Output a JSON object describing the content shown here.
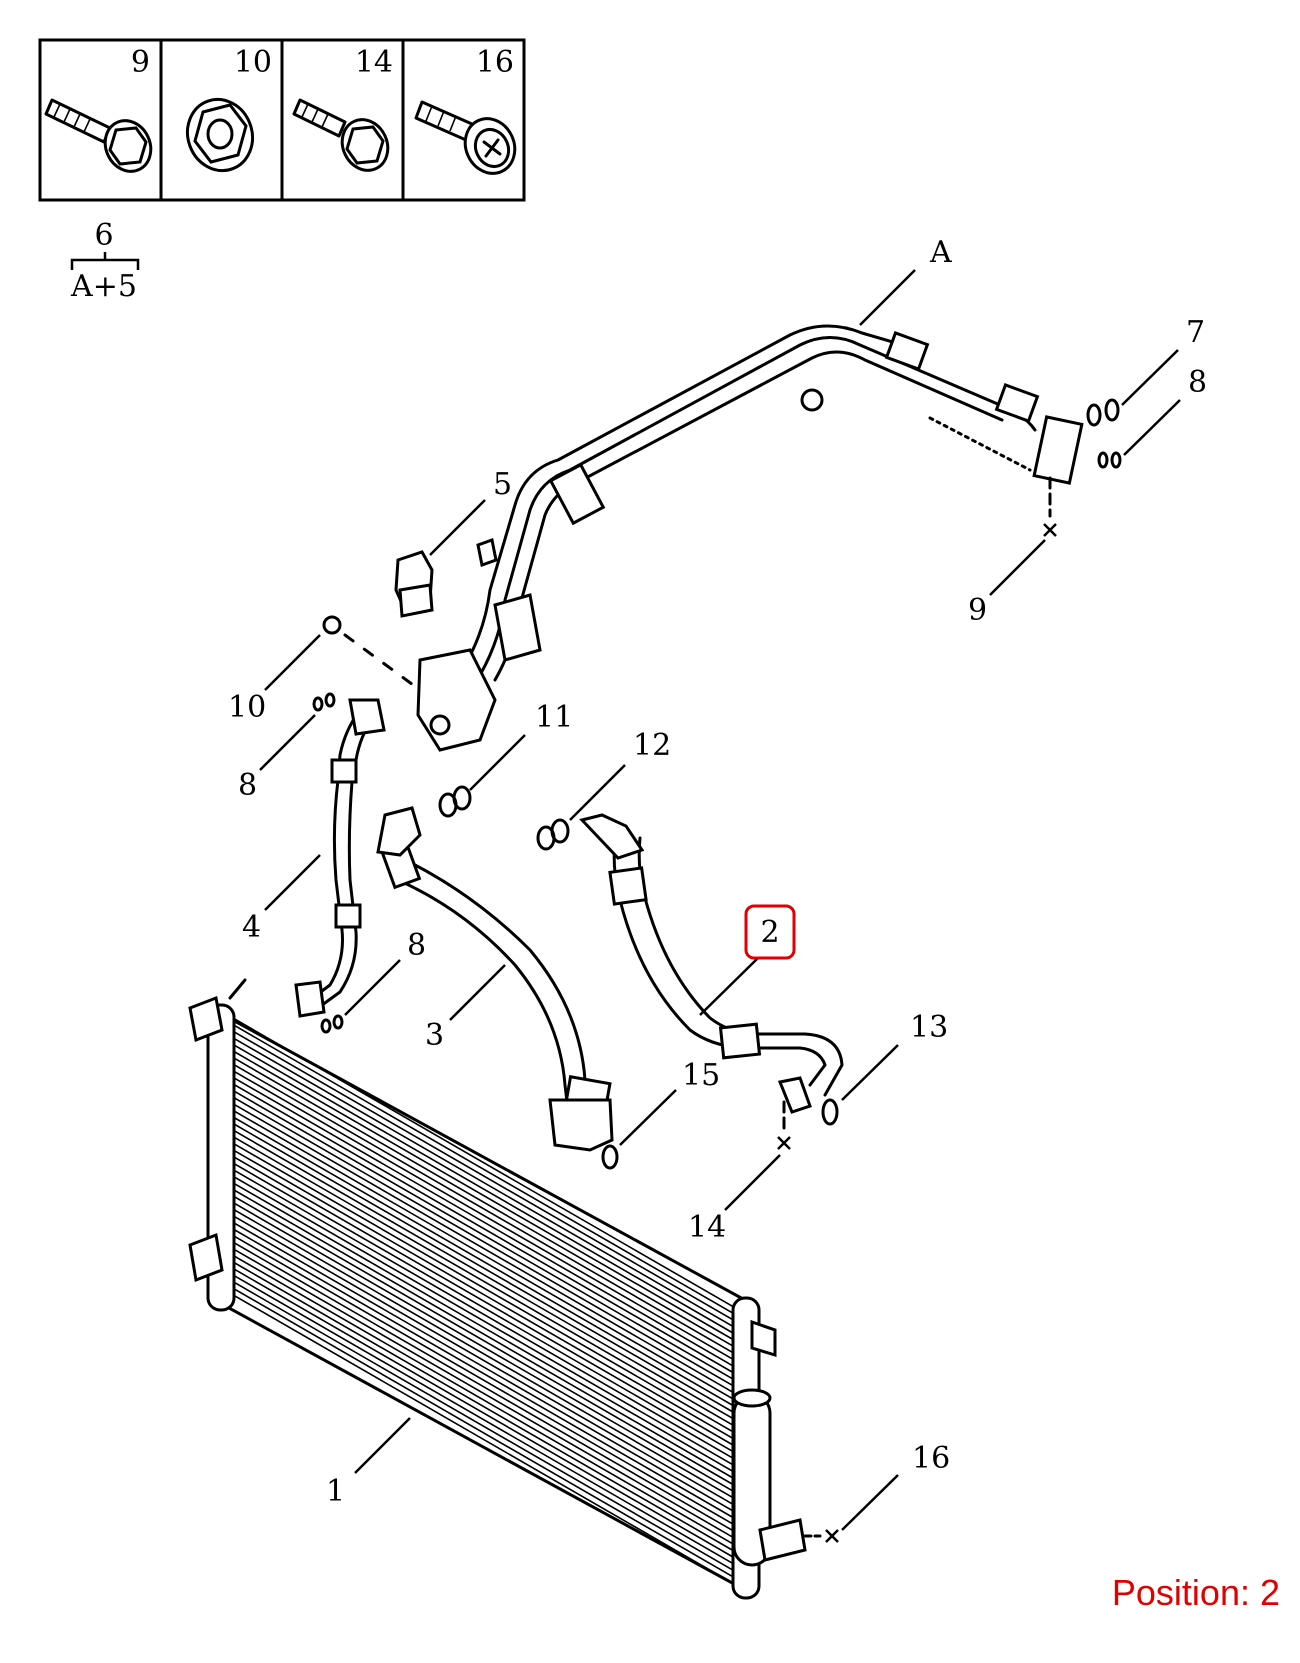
{
  "hardware_box": {
    "cells": [
      {
        "number": "9",
        "icon": "flange-bolt-icon"
      },
      {
        "number": "10",
        "icon": "hex-flange-nut-icon"
      },
      {
        "number": "14",
        "icon": "short-flange-bolt-icon"
      },
      {
        "number": "16",
        "icon": "torx-screw-icon"
      }
    ]
  },
  "kit": {
    "number": "6",
    "contents": "A+5"
  },
  "callouts": {
    "A": "A",
    "p1": "1",
    "p2": "2",
    "p3": "3",
    "p4": "4",
    "p5": "5",
    "p7": "7",
    "p8a": "8",
    "p8b": "8",
    "p8c": "8",
    "p9": "9",
    "p10": "10",
    "p11": "11",
    "p12": "12",
    "p13": "13",
    "p14": "14",
    "p15": "15",
    "p16": "16"
  },
  "highlight": {
    "part": "2",
    "color": "#e00000"
  },
  "position_label": "Position: 2",
  "colors": {
    "line": "#000000",
    "accent": "#e00000",
    "background": "#ffffff"
  }
}
